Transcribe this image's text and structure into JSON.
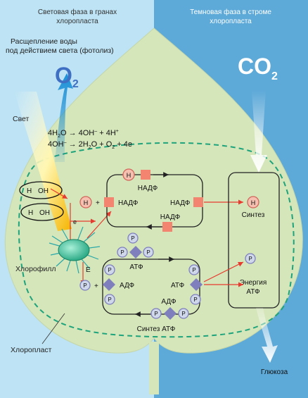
{
  "colors": {
    "light_phase_bg": "#bde3f4",
    "dark_phase_bg": "#5da9d8",
    "leaf_fill": "#d5e6bb",
    "chloroplast_border": "#1ea37b",
    "hydrogen_circle": "#f0867f",
    "nadp_square": "#f3846f",
    "atp_diamond": "#7f7fbd",
    "phosphate_circle": "#cfd8ea",
    "electron_arrow": "#e63b2e",
    "oxygen_text": "#3f6fc3",
    "co2_text": "#ffffff"
  },
  "headers": {
    "light_phase_line1": "Световая фаза в гранах",
    "light_phase_line2": "хлоропласта",
    "dark_phase_line1": "Темновая фаза в строме",
    "dark_phase_line2": "хлоропласта"
  },
  "labels": {
    "photolysis_line1": "Расщепление воды",
    "photolysis_line2": "под действием света (фотолиз)",
    "o2": "O",
    "o2_sub": "2",
    "co2": "CO",
    "co2_sub": "2",
    "light": "Свет",
    "chlorophyll": "Хлорофилл",
    "chloroplast": "Хлоропласт",
    "glucose": "Глюкоза",
    "synthesis": "Синтез",
    "energy_line1": "Энергия",
    "energy_line2": "АТФ",
    "atp_synthesis": "Синтез АТФ",
    "E": "E",
    "electron": "e",
    "H": "H",
    "OH": "OH",
    "P": "P",
    "plus": "+",
    "nadp": "НАДФ",
    "atp": "АТФ",
    "adp": "АДФ"
  },
  "equations": {
    "eq1_a": "4H",
    "eq1_sub": "2",
    "eq1_b": "O → 4OH",
    "eq1_sup": "–",
    "eq1_c": " + 4H",
    "eq1_sup2": "+",
    "eq2_a": "4OH",
    "eq2_sup": "–",
    "eq2_b": " → 2H",
    "eq2_sub": "2",
    "eq2_c": "O + O",
    "eq2_sub2": "2",
    "eq2_d": " + 4e"
  }
}
